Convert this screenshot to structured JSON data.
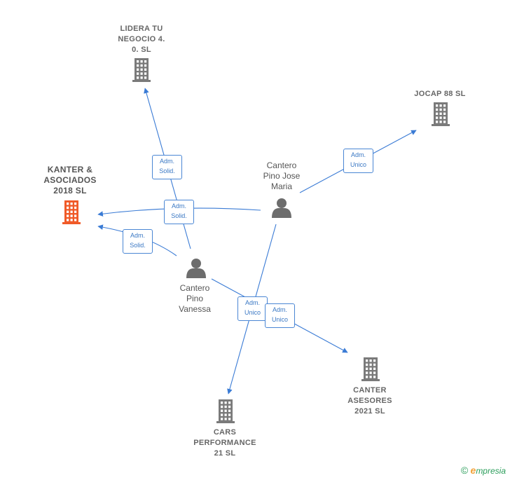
{
  "nodes": {
    "lidera": {
      "label": "LIDERA TU\nNEGOCIO 4.\n0.  SL",
      "kind": "company",
      "color": "#7a7a7a"
    },
    "jocap": {
      "label": "JOCAP 88 SL",
      "kind": "company",
      "color": "#7a7a7a"
    },
    "kanter": {
      "label": "KANTER &\nASOCIADOS\n2018  SL",
      "kind": "company",
      "color": "#f05a28"
    },
    "canter_asesores": {
      "label": "CANTER\nASESORES\n2021  SL",
      "kind": "company",
      "color": "#7a7a7a"
    },
    "cars": {
      "label": "CARS\nPERFORMANCE\n21  SL",
      "kind": "company",
      "color": "#7a7a7a"
    },
    "jose_maria": {
      "label": "Cantero\nPino Jose\nMaria",
      "kind": "person",
      "color": "#6d6d6d"
    },
    "vanessa": {
      "label": "Cantero\nPino\nVanessa",
      "kind": "person",
      "color": "#6d6d6d"
    }
  },
  "edges": [
    {
      "from": "vanessa",
      "to": "lidera",
      "label": "Adm.\nSolid."
    },
    {
      "from": "jose_maria",
      "to": "kanter",
      "label": "Adm.\nSolid."
    },
    {
      "from": "vanessa",
      "to": "kanter",
      "label": "Adm.\nSolid."
    },
    {
      "from": "jose_maria",
      "to": "jocap",
      "label": "Adm.\nUnico"
    },
    {
      "from": "jose_maria",
      "to": "cars",
      "label": "Adm.\nUnico"
    },
    {
      "from": "vanessa",
      "to": "canter_asesores",
      "label": "Adm.\nUnico"
    }
  ],
  "colors": {
    "edge": "#3a7bd5",
    "badge_border": "#4a86d4"
  },
  "footer": {
    "copyright": "©",
    "brand_initial": "e",
    "brand_rest": "mpresia"
  }
}
